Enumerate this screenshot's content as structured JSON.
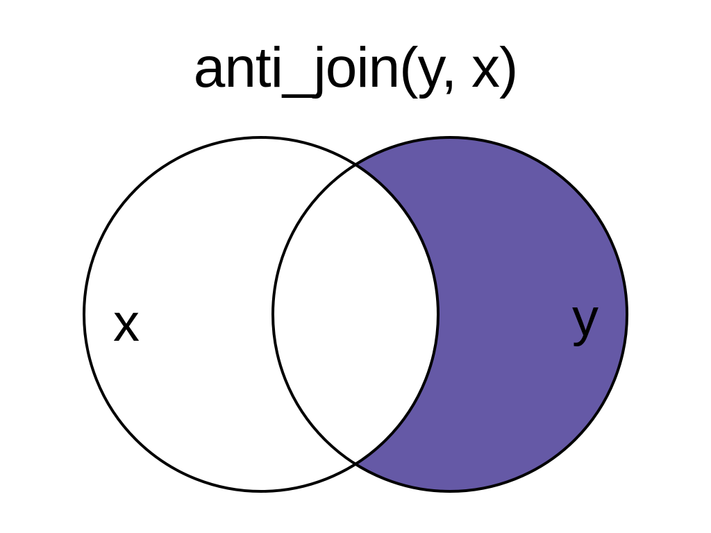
{
  "title": "anti_join(y, x)",
  "sets": {
    "left_label": "x",
    "right_label": "y"
  },
  "highlighted_region": "y only",
  "colors": {
    "highlight_fill": "#6559a6",
    "outline": "#000000",
    "background": "#ffffff",
    "text": "#000000"
  }
}
